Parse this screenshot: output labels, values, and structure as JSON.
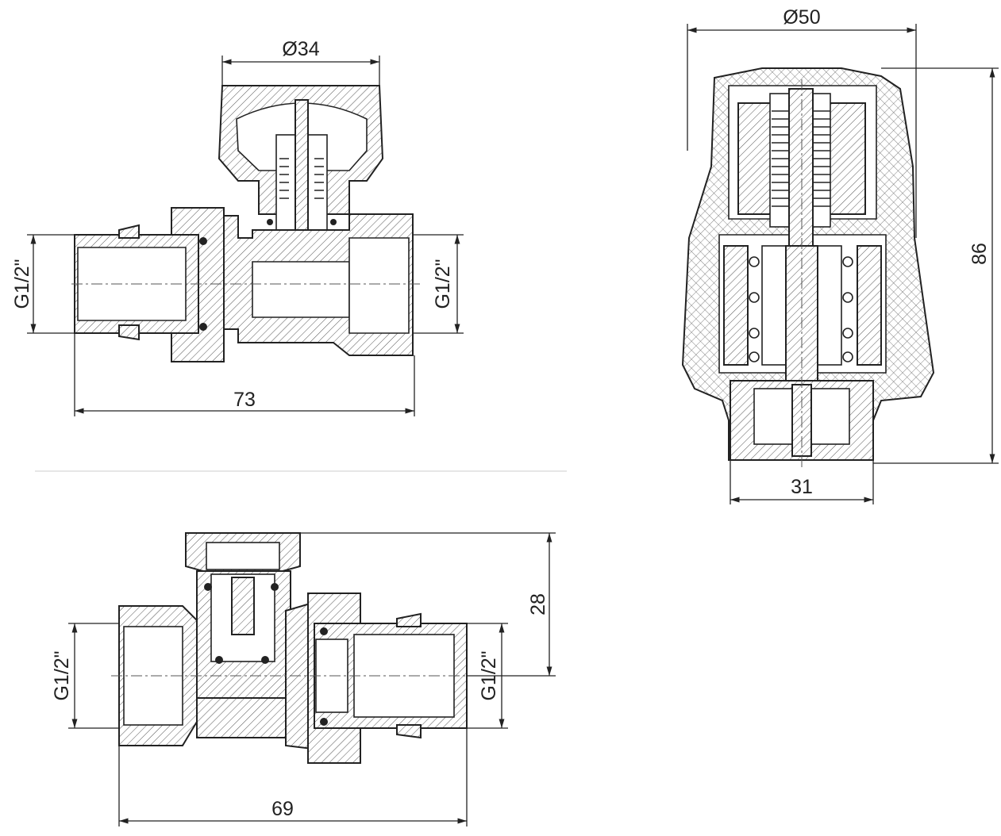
{
  "drawing": {
    "valve_top": {
      "diameter_label": "Ø34",
      "length_label": "73",
      "left_thread_label": "G1/2\"",
      "right_thread_label": "G1/2\""
    },
    "thermo_head": {
      "diameter_label": "Ø50",
      "height_label": "86",
      "base_label": "31"
    },
    "lockshield": {
      "height_label": "28",
      "length_label": "69",
      "left_thread_label": "G1/2\"",
      "right_thread_label": "G1/2\""
    }
  }
}
